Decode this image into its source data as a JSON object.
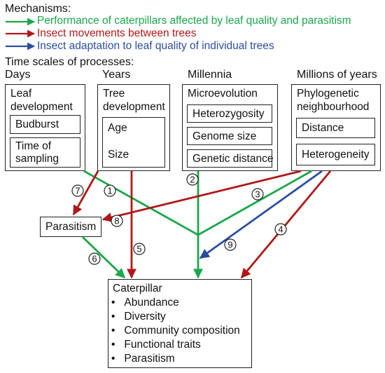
{
  "legend": {
    "title": "Mechanisms:",
    "items": [
      {
        "label": "Performance of caterpillars affected by leaf quality and parasitism",
        "color": "#1aa64b"
      },
      {
        "label": "Insect movements between trees",
        "color": "#b01818"
      },
      {
        "label": "Insect adaptation to leaf quality of individual trees",
        "color": "#2b4d9e"
      }
    ]
  },
  "timescales": {
    "title": "Time scales of processes:",
    "days": "Days",
    "years": "Years",
    "millennia": "Millennia",
    "millions": "Millions of years"
  },
  "boxes": {
    "leaf": {
      "title_line1": "Leaf",
      "title_line2": "development",
      "items": [
        "Budburst",
        "Time of",
        "sampling"
      ]
    },
    "tree": {
      "title_line1": "Tree",
      "title_line2": "development",
      "items": [
        "Age",
        "Size"
      ]
    },
    "micro": {
      "title": "Microevolution",
      "items": [
        "Heterozygosity",
        "Genome size",
        "Genetic distance"
      ]
    },
    "phylo": {
      "title_line1": "Phylogenetic",
      "title_line2": "neighbourhood",
      "items": [
        "Distance",
        "Heterogeneity"
      ]
    },
    "parasitism": {
      "label": "Parasitism"
    },
    "caterpillar": {
      "title": "Caterpillar",
      "items": [
        "Abundance",
        "Diversity",
        "Community composition",
        "Functional traits",
        "Parasitism"
      ]
    }
  },
  "arrows": [
    {
      "number": "1",
      "color": "#1aa64b"
    },
    {
      "number": "2",
      "color": "#1aa64b"
    },
    {
      "number": "3",
      "color": "#1aa64b"
    },
    {
      "number": "4",
      "color": "#b01818"
    },
    {
      "number": "5",
      "color": "#b01818"
    },
    {
      "number": "6",
      "color": "#1aa64b"
    },
    {
      "number": "7",
      "color": "#b01818"
    },
    {
      "number": "8",
      "color": "#b01818"
    },
    {
      "number": "9",
      "color": "#2b4d9e"
    }
  ]
}
